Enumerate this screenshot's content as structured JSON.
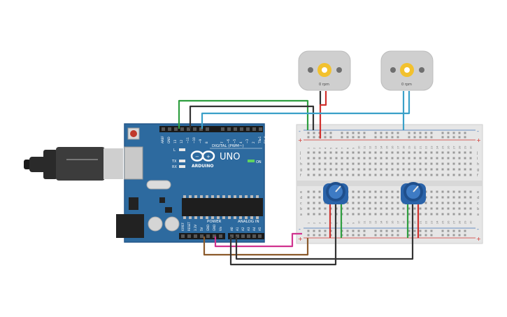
{
  "arduino": {
    "brand": "ARDUINO",
    "model": "UNO",
    "digital_label": "DIGITAL (PWM~)",
    "power_label": "POWER",
    "analog_label": "ANALOG IN",
    "on_label": "ON",
    "l_label": "L",
    "tx_label": "TX",
    "rx_label": "RX",
    "digital_pins": [
      "AREF",
      "GND",
      "13",
      "12",
      "~11",
      "~10",
      "~9",
      "8",
      "7",
      "~6",
      "~5",
      "4",
      "~3",
      "2",
      "TX▸1",
      "RX◂0"
    ],
    "power_pins": [
      "IOREF",
      "RESET",
      "3.3V",
      "5V",
      "GND",
      "GND",
      "Vin"
    ],
    "analog_pins": [
      "A0",
      "A1",
      "A2",
      "A3",
      "A4",
      "A5"
    ]
  },
  "motors": [
    {
      "rpm_label": "0 rpm"
    },
    {
      "rpm_label": "0 rpm"
    }
  ],
  "breadboard": {
    "rows_top": [
      "j",
      "i",
      "h",
      "g",
      "f"
    ],
    "rows_bottom": [
      "e",
      "d",
      "c",
      "b",
      "a"
    ],
    "plus": "+",
    "minus": "-",
    "columns": [
      "1",
      "2",
      "3",
      "4",
      "5",
      "6",
      "7",
      "8",
      "9",
      "10",
      "11",
      "12",
      "13",
      "14",
      "15",
      "16",
      "17",
      "18",
      "19",
      "20",
      "21",
      "22",
      "23",
      "24",
      "25",
      "26",
      "27",
      "28",
      "29",
      "30"
    ]
  },
  "colors": {
    "board": "#2d6a9f",
    "wire_green": "#2e9e3f",
    "wire_black": "#333333",
    "wire_blue": "#3aa0c8",
    "wire_red": "#d0312d",
    "wire_pink": "#d0338f",
    "wire_brown": "#8b5a2b"
  }
}
